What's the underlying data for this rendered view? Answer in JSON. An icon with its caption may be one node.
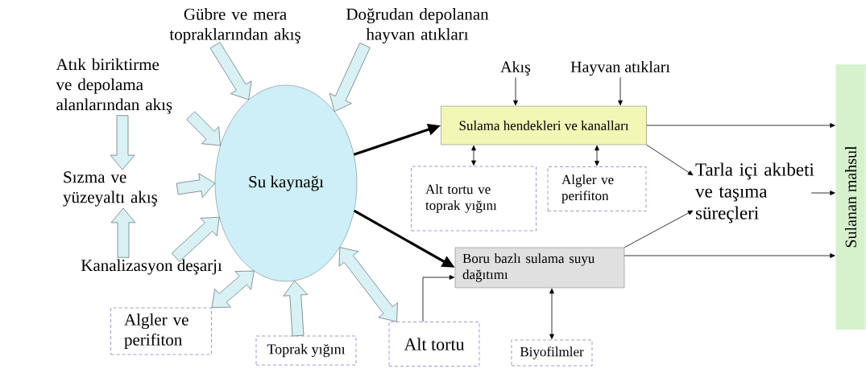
{
  "diagram": {
    "nodes": [
      {
        "text": [
          "Su kaynağı"
        ]
      },
      {
        "text": [
          "Gübre ve mera topraklarından akış"
        ]
      },
      {
        "text": [
          "Doğrudan depolanan hayvan atıkları"
        ]
      },
      {
        "text": [
          "Atık biriktirme ve depolama alanlarından akış"
        ]
      },
      {
        "text": [
          "Sızma ve yüzeyaltı akış"
        ]
      },
      {
        "text": [
          "Kanalizasyon deşarjı"
        ]
      },
      {
        "text": [
          "Algler ve perifiton"
        ]
      },
      {
        "text": [
          "Toprak yığını"
        ]
      },
      {
        "text": [
          "Alt tortu"
        ]
      },
      {
        "text": [
          "Sulama hendekleri ve kanalları"
        ]
      },
      {
        "text": [
          "Akış"
        ]
      },
      {
        "text": [
          "Hayvan atıkları"
        ]
      },
      {
        "text": [
          "Alt tortu ve toprak yığını"
        ]
      },
      {
        "text": [
          "Algler ve perifiton"
        ]
      },
      {
        "text": [
          "Boru bazlı sulama suyu dağıtımı"
        ]
      },
      {
        "text": [
          "Biyofilmler"
        ]
      },
      {
        "text": [
          "Tarla içi akıbeti ve taşıma süreçleri"
        ]
      },
      {
        "text": [
          "Sulanan mahsul"
        ]
      }
    ],
    "edges": [
      {
        "from": 1,
        "to": 0,
        "arrow": "to",
        "style": "thick",
        "color": "#d7f1f5"
      },
      {
        "from": 2,
        "to": 0,
        "arrow": "to",
        "style": "thick",
        "color": "#d7f1f5"
      },
      {
        "from": 3,
        "to": 0,
        "arrow": "to",
        "style": "thick",
        "color": "#d7f1f5"
      },
      {
        "from": 3,
        "to": 4,
        "arrow": "to",
        "style": "thick",
        "color": "#d7f1f5"
      },
      {
        "from": 4,
        "to": 0,
        "arrow": "to",
        "style": "thick",
        "color": "#d7f1f5"
      },
      {
        "from": 5,
        "to": 4,
        "arrow": "to",
        "style": "thick",
        "color": "#d7f1f5"
      },
      {
        "from": 5,
        "to": 0,
        "arrow": "to",
        "style": "thick",
        "color": "#d7f1f5"
      },
      {
        "from": 6,
        "to": 0,
        "arrow": "both",
        "style": "thick",
        "color": "#d7f1f5"
      },
      {
        "from": 7,
        "to": 0,
        "arrow": "to",
        "style": "thick",
        "color": "#d7f1f5"
      },
      {
        "from": 0,
        "to": 8,
        "arrow": "both",
        "style": "thick",
        "color": "#d7f1f5"
      },
      {
        "from": 0,
        "to": 9,
        "arrow": "to",
        "style": "thick"
      },
      {
        "from": 0,
        "to": 14,
        "arrow": "to",
        "style": "thick"
      },
      {
        "from": 10,
        "to": 9,
        "arrow": "to"
      },
      {
        "from": 11,
        "to": 9,
        "arrow": "to"
      },
      {
        "from": 9,
        "to": 12,
        "arrow": "both"
      },
      {
        "from": 9,
        "to": 13,
        "arrow": "both"
      },
      {
        "from": 8,
        "to": 14,
        "arrow": "to"
      },
      {
        "from": 14,
        "to": 15,
        "arrow": "both"
      },
      {
        "from": 9,
        "to": 16,
        "arrow": "to"
      },
      {
        "from": 14,
        "to": 16,
        "arrow": "to"
      },
      {
        "from": 9,
        "to": 17,
        "arrow": "to"
      },
      {
        "from": 14,
        "to": 17,
        "arrow": "to"
      },
      {
        "from": 16,
        "to": 17,
        "arrow": "to"
      }
    ]
  }
}
